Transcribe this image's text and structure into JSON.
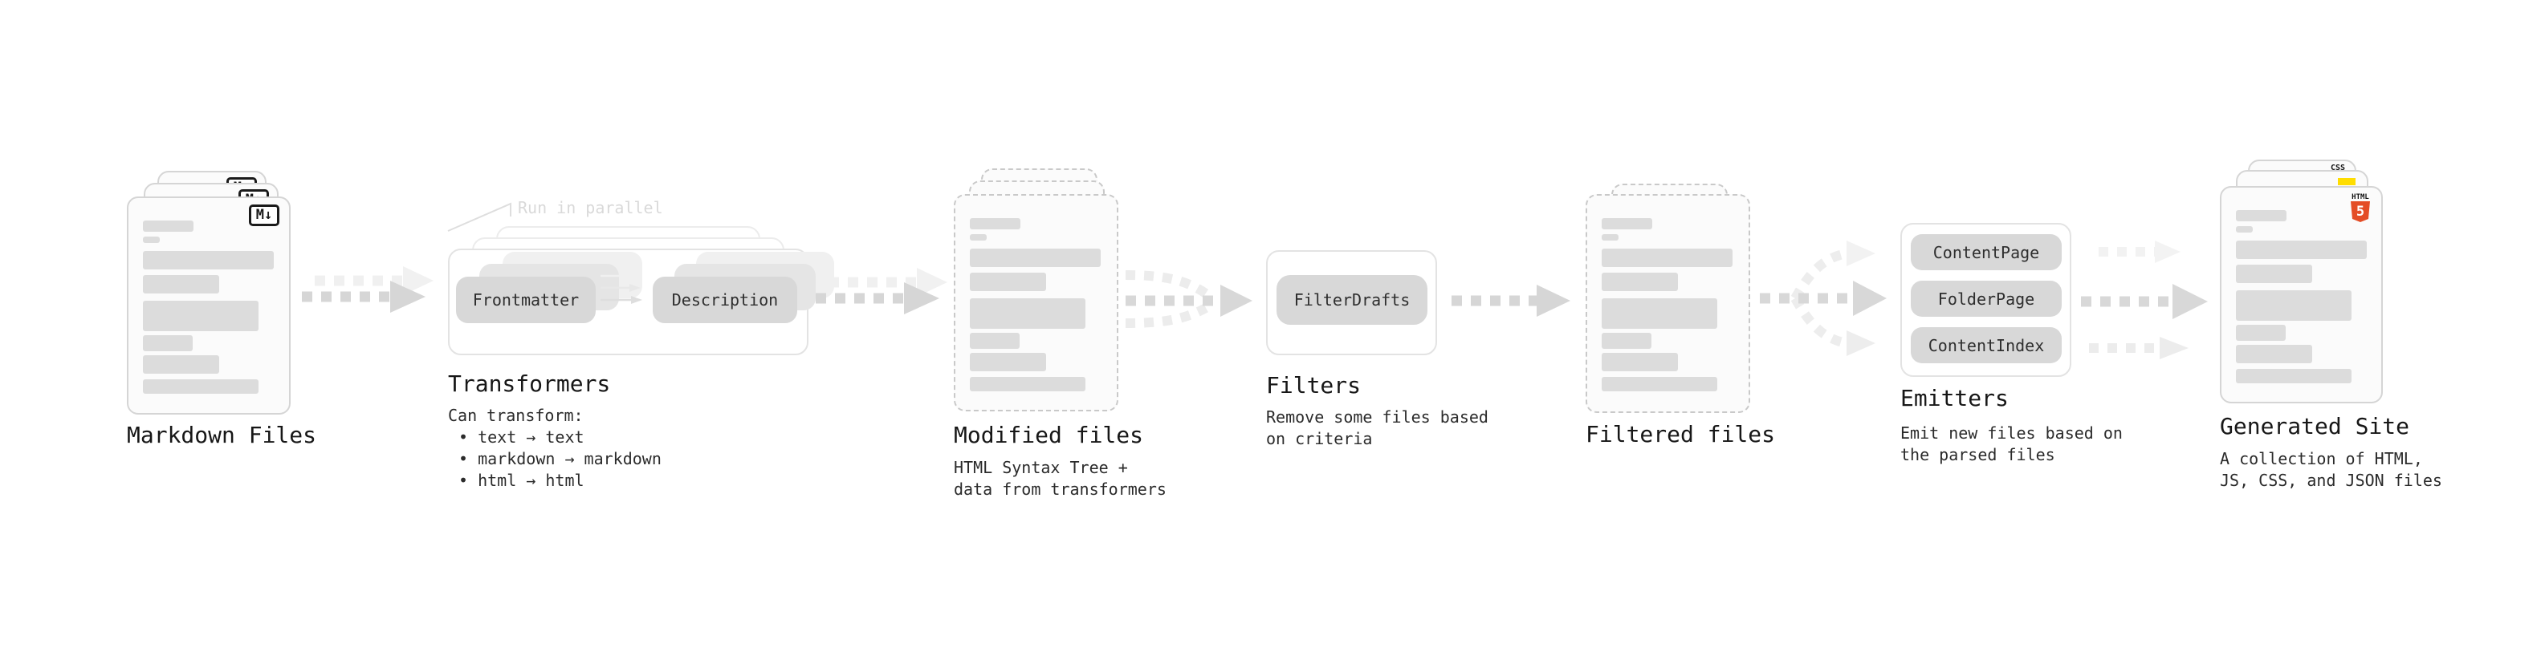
{
  "diagram": {
    "nodes": {
      "markdown_files": {
        "title": "Markdown Files",
        "file_count": 3,
        "badge": "M↓"
      },
      "transformers": {
        "title": "Transformers",
        "annotation": "Run in parallel",
        "input_pill": "Frontmatter",
        "output_pill": "Description",
        "caption": [
          "Can transform:",
          "• text → text",
          "• markdown → markdown",
          "• html → html"
        ]
      },
      "modified_files": {
        "title": "Modified files",
        "caption": [
          "HTML Syntax Tree +",
          "data from transformers"
        ]
      },
      "filters": {
        "title": "Filters",
        "pill": "FilterDrafts",
        "caption": [
          "Remove some files based",
          "on criteria"
        ]
      },
      "filtered_files": {
        "title": "Filtered files"
      },
      "emitters": {
        "title": "Emitters",
        "pills": [
          "ContentPage",
          "FolderPage",
          "ContentIndex"
        ],
        "caption": [
          "Emit new files based on",
          "the parsed files"
        ]
      },
      "generated_site": {
        "title": "Generated Site",
        "caption": [
          "A collection of HTML,",
          "JS, CSS, and JSON files"
        ],
        "css_badge": "CSS",
        "html5_logo": {
          "label": "HTML",
          "number": "5"
        }
      }
    },
    "colors": {
      "html5_orange": "#e44d26",
      "js_yellow": "#ffdd00",
      "css_blue": "#2f6fe0",
      "pill_gray": "#d8d8d8",
      "arrow_gray": "#d6d6d6",
      "arrow_light_gray": "#efefef",
      "annotation_gray": "#d9d9d9"
    }
  }
}
